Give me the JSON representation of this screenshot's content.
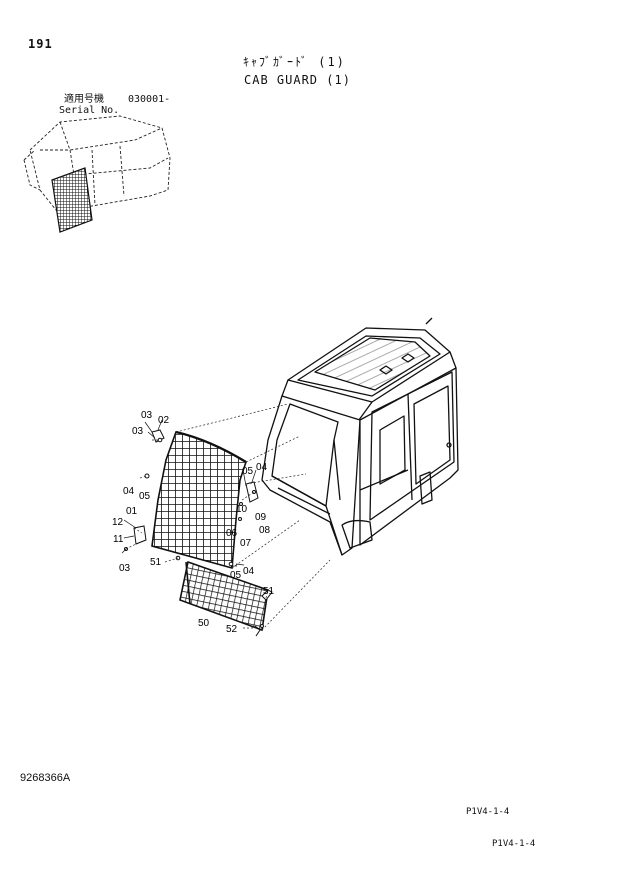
{
  "page_number": "191",
  "title_jp": "ｷｬﾌﾞｶﾞｰﾄﾞ (1)",
  "title_en": "CAB GUARD (1)",
  "serial": {
    "label_jp": "適用号機",
    "code": "030001-",
    "label_en": "Serial No."
  },
  "part_labels": [
    {
      "id": "03"
    },
    {
      "id": "02"
    },
    {
      "id": "03"
    },
    {
      "id": "04"
    },
    {
      "id": "05"
    },
    {
      "id": "04"
    },
    {
      "id": "05"
    },
    {
      "id": "01"
    },
    {
      "id": "10"
    },
    {
      "id": "09"
    },
    {
      "id": "12"
    },
    {
      "id": "06"
    },
    {
      "id": "07"
    },
    {
      "id": "08"
    },
    {
      "id": "11"
    },
    {
      "id": "03"
    },
    {
      "id": "51"
    },
    {
      "id": "05"
    },
    {
      "id": "04"
    },
    {
      "id": "51"
    },
    {
      "id": "50"
    },
    {
      "id": "52"
    }
  ],
  "drawing_number": "9268366A",
  "page_code_1": "P1V4-1-4",
  "page_code_2": "P1V4-1-4"
}
